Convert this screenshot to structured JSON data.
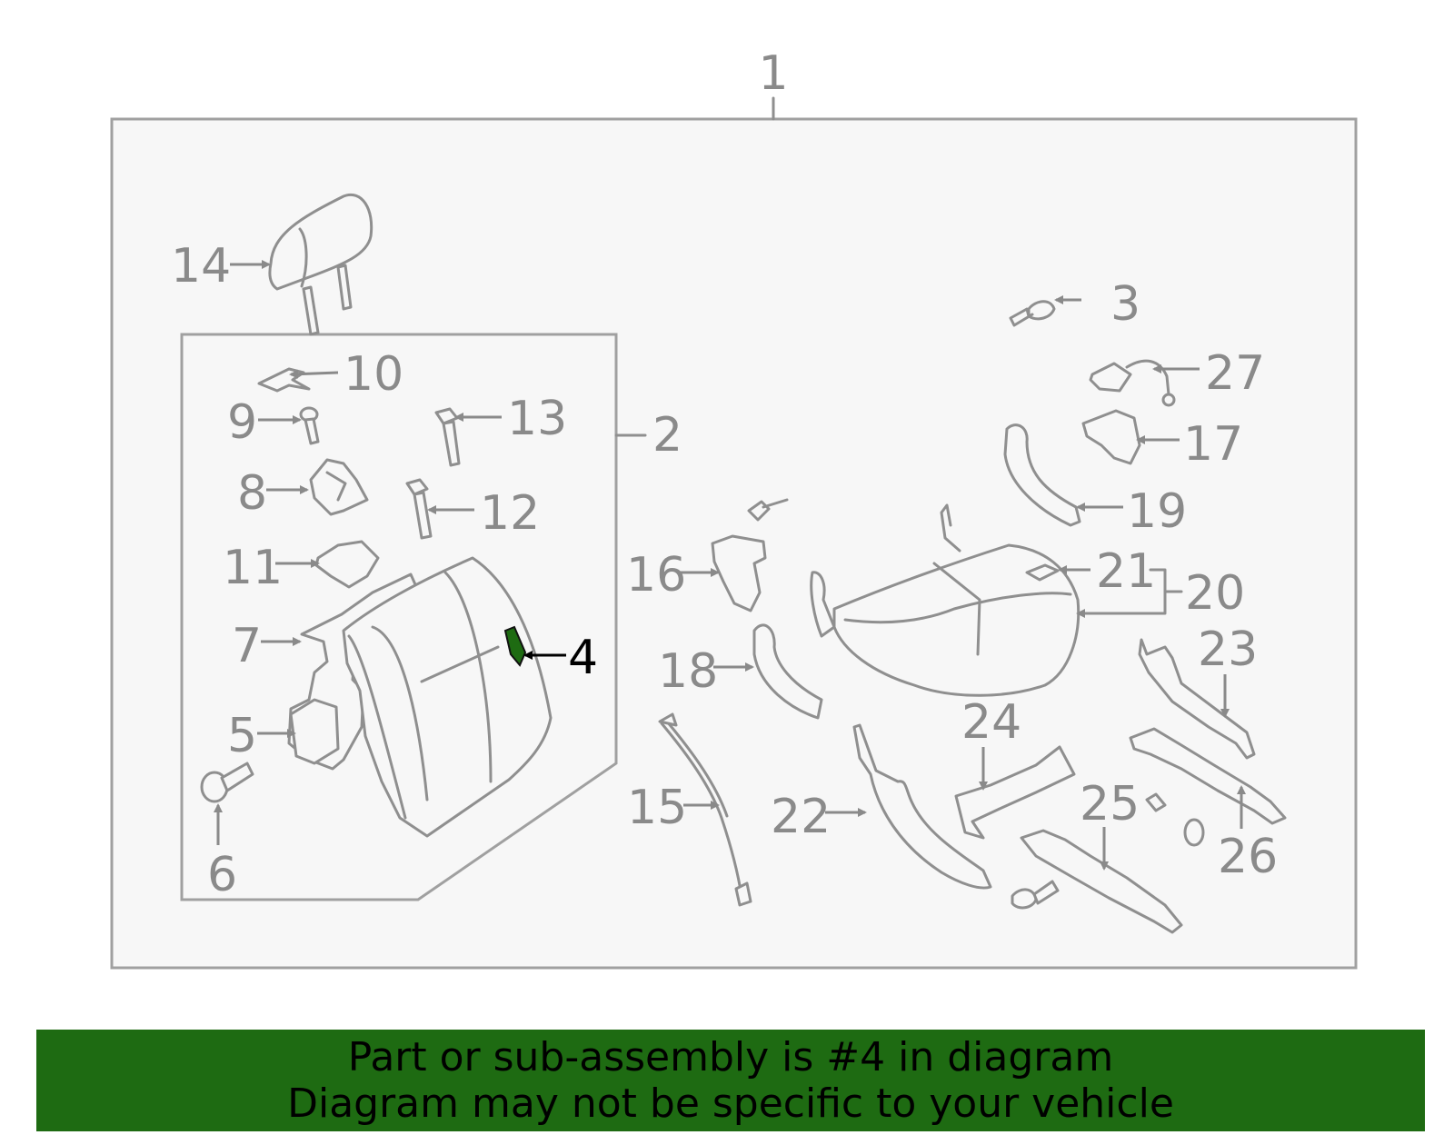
{
  "diagram": {
    "highlighted_part": "4",
    "highlight_color": "#1e6b12",
    "callouts": [
      "1",
      "2",
      "3",
      "4",
      "5",
      "6",
      "7",
      "8",
      "9",
      "10",
      "11",
      "12",
      "13",
      "14",
      "15",
      "16",
      "17",
      "18",
      "19",
      "20",
      "21",
      "22",
      "23",
      "24",
      "25",
      "26",
      "27"
    ]
  },
  "banner": {
    "line1": "Part or sub-assembly is #4 in diagram",
    "line2": "Diagram may not be specific to your vehicle",
    "background": "#1e6b12"
  }
}
